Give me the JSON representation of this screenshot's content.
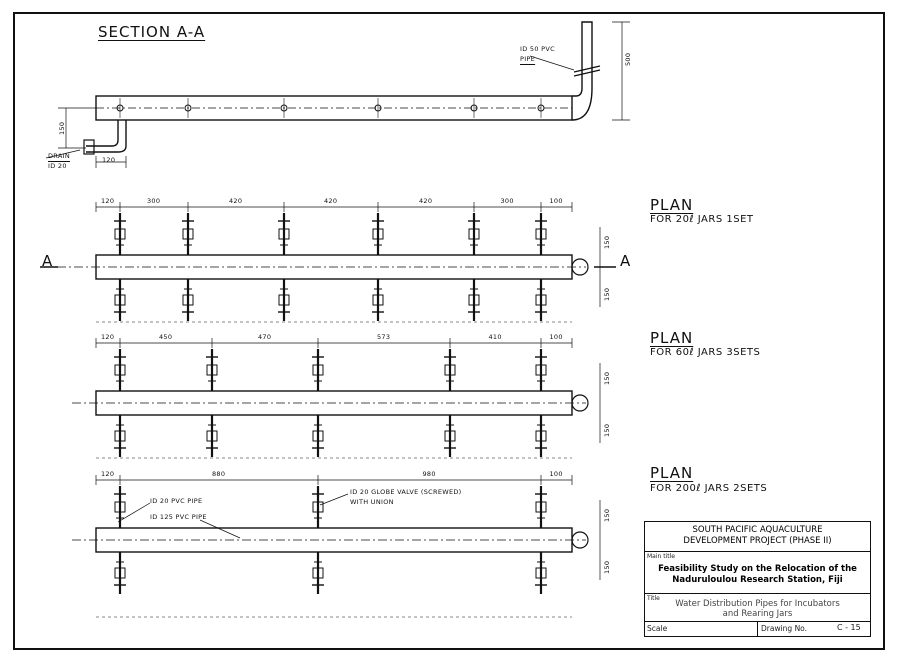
{
  "section": {
    "title": "SECTION A-A",
    "pipe_label_1": "ID 50 PVC",
    "pipe_label_2": "PIPE",
    "dim_500": "500",
    "dim_150": "150",
    "dim_120": "120",
    "drain_1": "DRAIN",
    "drain_2": "ID 20"
  },
  "plan1": {
    "title": "PLAN",
    "subtitle": "FOR 20ℓ JARS 1SET",
    "dims": [
      "120",
      "300",
      "420",
      "420",
      "420",
      "300",
      "100"
    ],
    "side_dims": [
      "150",
      "150"
    ],
    "section_mark": "A"
  },
  "plan2": {
    "title": "PLAN",
    "subtitle": "FOR 60ℓ JARS 3SETS",
    "dims": [
      "120",
      "450",
      "470",
      "573",
      "410",
      "100"
    ],
    "side_dims": [
      "150",
      "150"
    ]
  },
  "plan3": {
    "title": "PLAN",
    "subtitle": "FOR 200ℓ JARS 2SETS",
    "dims": [
      "120",
      "880",
      "980",
      "100"
    ],
    "side_dims": [
      "150",
      "150"
    ],
    "callout_pipe20": "ID 20 PVC PIPE",
    "callout_pipe125": "ID 125 PVC PIPE",
    "callout_valve_1": "ID 20 GLOBE VALVE (SCREWED)",
    "callout_valve_2": "WITH UNION"
  },
  "title_block": {
    "project_line1": "SOUTH PACIFIC AQUACULTURE",
    "project_line2": "DEVELOPMENT PROJECT (PHASE II)",
    "main_title_caption": "Main title",
    "main_title_1": "Feasibility Study on the Relocation of the",
    "main_title_2": "Naduruloulou Research Station, Fiji",
    "title_caption": "Title",
    "title_1": "Water Distribution Pipes for Incubators",
    "title_2": "and Rearing Jars",
    "scale_caption": "Scale",
    "drawing_no_caption": "Drawing No.",
    "drawing_no": "C - 15"
  }
}
